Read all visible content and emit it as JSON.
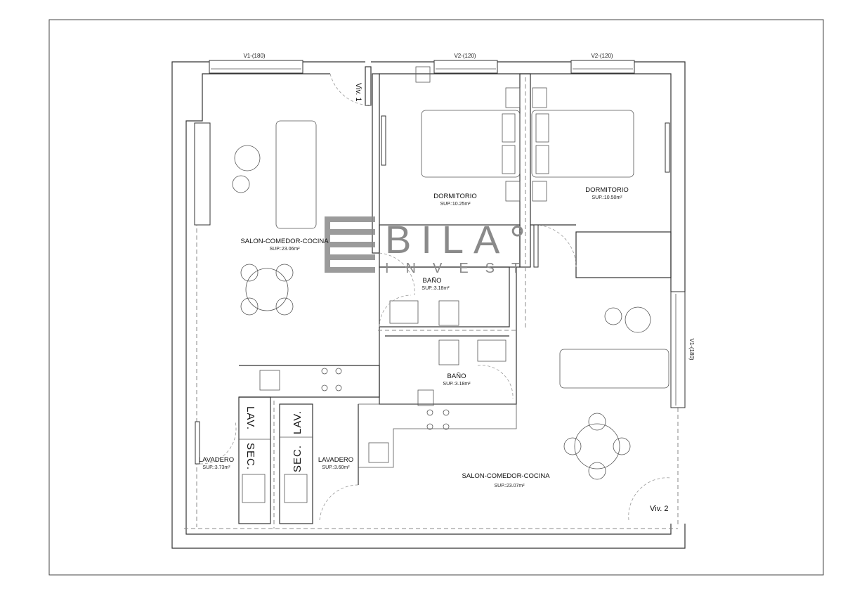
{
  "windows": {
    "v1_top": "V1-(180)",
    "v2_left": "V2-(120)",
    "v2_right": "V2-(120)",
    "v1_right": "V1-(180)"
  },
  "entrances": {
    "viv1": "Viv. 1",
    "viv2": "Viv. 2"
  },
  "rooms": {
    "salon1": {
      "name": "SALON-COMEDOR-COCINA",
      "area": "SUP.:23.06m²"
    },
    "dorm1": {
      "name": "DORMITORIO",
      "area": "SUP.:10.25m²"
    },
    "dorm2": {
      "name": "DORMITORIO",
      "area": "SUP.:10.50m²"
    },
    "bano1": {
      "name": "BAÑO",
      "area": "SUP.:3.18m²"
    },
    "bano2": {
      "name": "BAÑO",
      "area": "SUP.:3.18m²"
    },
    "lav1": {
      "name": "LAVADERO",
      "area": "SUP.:3.73m²"
    },
    "lav2": {
      "name": "LAVADERO",
      "area": "SUP.:3.60m²"
    },
    "salon2": {
      "name": "SALON-COMEDOR-COCINA",
      "area": "SUP.:23.07m²"
    }
  },
  "appliances": {
    "lav": "LAV.",
    "sec": "SEC."
  },
  "watermark": {
    "brand": "BILA°",
    "sub": "INVEST"
  }
}
